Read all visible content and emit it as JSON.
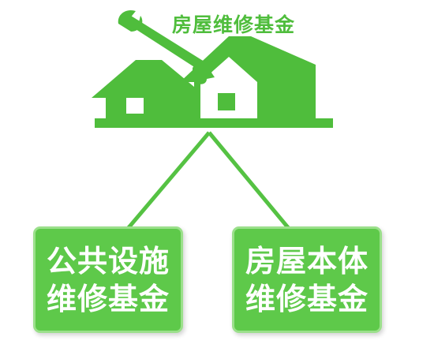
{
  "title": "房屋维修基金",
  "left_box": {
    "line1": "公共设施",
    "line2": "维修基金"
  },
  "right_box": {
    "line1": "房屋本体",
    "line2": "维修基金"
  },
  "colors": {
    "green": "#4fbd3c",
    "box_green": "#5ec94a",
    "box_border": "#9be08b"
  },
  "icons": [
    "house-icon",
    "wrench-icon"
  ]
}
